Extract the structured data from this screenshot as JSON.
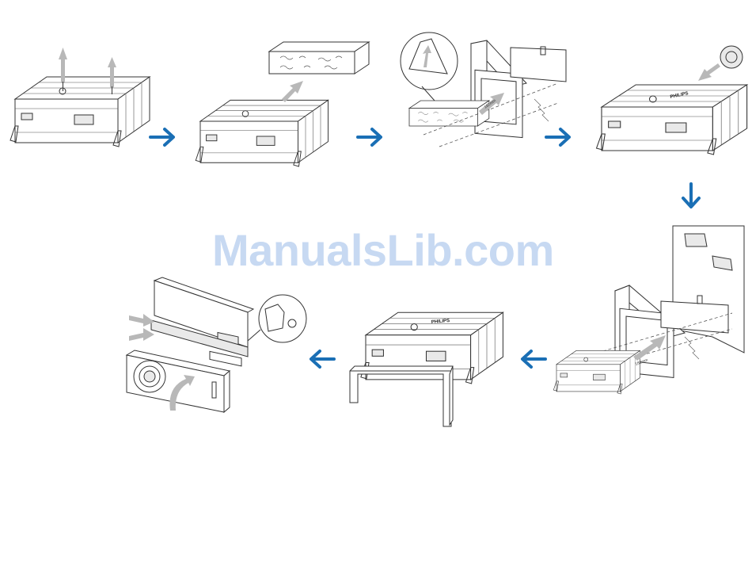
{
  "watermark": "ManualsLib.com",
  "unit": {
    "brand_label": "PHILIPS"
  },
  "dimensions": {
    "label": "182mm"
  },
  "colors": {
    "flow_arrow": "#1a6fb5",
    "watermark": "#c7d9f2",
    "line_art": "#333333",
    "motion_arrow": "#b8b8b8"
  },
  "steps": [
    {
      "icon": "remove-screws-illustration"
    },
    {
      "icon": "remove-sleeve-illustration"
    },
    {
      "icon": "install-sleeve-in-dashboard-illustration"
    },
    {
      "icon": "attach-rubber-bush-illustration"
    },
    {
      "icon": "slide-unit-into-sleeve-illustration"
    },
    {
      "icon": "attach-trim-plate-illustration"
    },
    {
      "icon": "attach-front-panel-illustration"
    }
  ],
  "flow_arrows": [
    {
      "direction": "right"
    },
    {
      "direction": "right"
    },
    {
      "direction": "right"
    },
    {
      "direction": "down"
    },
    {
      "direction": "left"
    },
    {
      "direction": "left"
    }
  ]
}
